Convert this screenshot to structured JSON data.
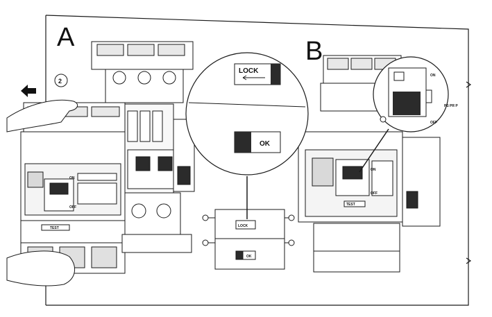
{
  "diagram": {
    "label_a": "A",
    "label_b": "B",
    "step_number": "2",
    "callout_left": {
      "lock_label": "LOCK",
      "ok_label": "OK"
    },
    "callout_right": {
      "on_label": "ON",
      "off_label": "OFF",
      "side_text": "PS\nPR\nP"
    },
    "breaker_a": {
      "on_label": "ON",
      "off_label": "OFF",
      "test_label": "TEST"
    },
    "breaker_b": {
      "on_label": "ON",
      "off_label": "OFF",
      "test_label": "TEST"
    },
    "interlock_box": {
      "lock_label": "LOCK",
      "ok_label": "OK"
    },
    "colors": {
      "line": "#1a1a1a",
      "fill": "#ffffff",
      "shade": "#d9d9d9",
      "dark": "#2b2b2b"
    }
  }
}
